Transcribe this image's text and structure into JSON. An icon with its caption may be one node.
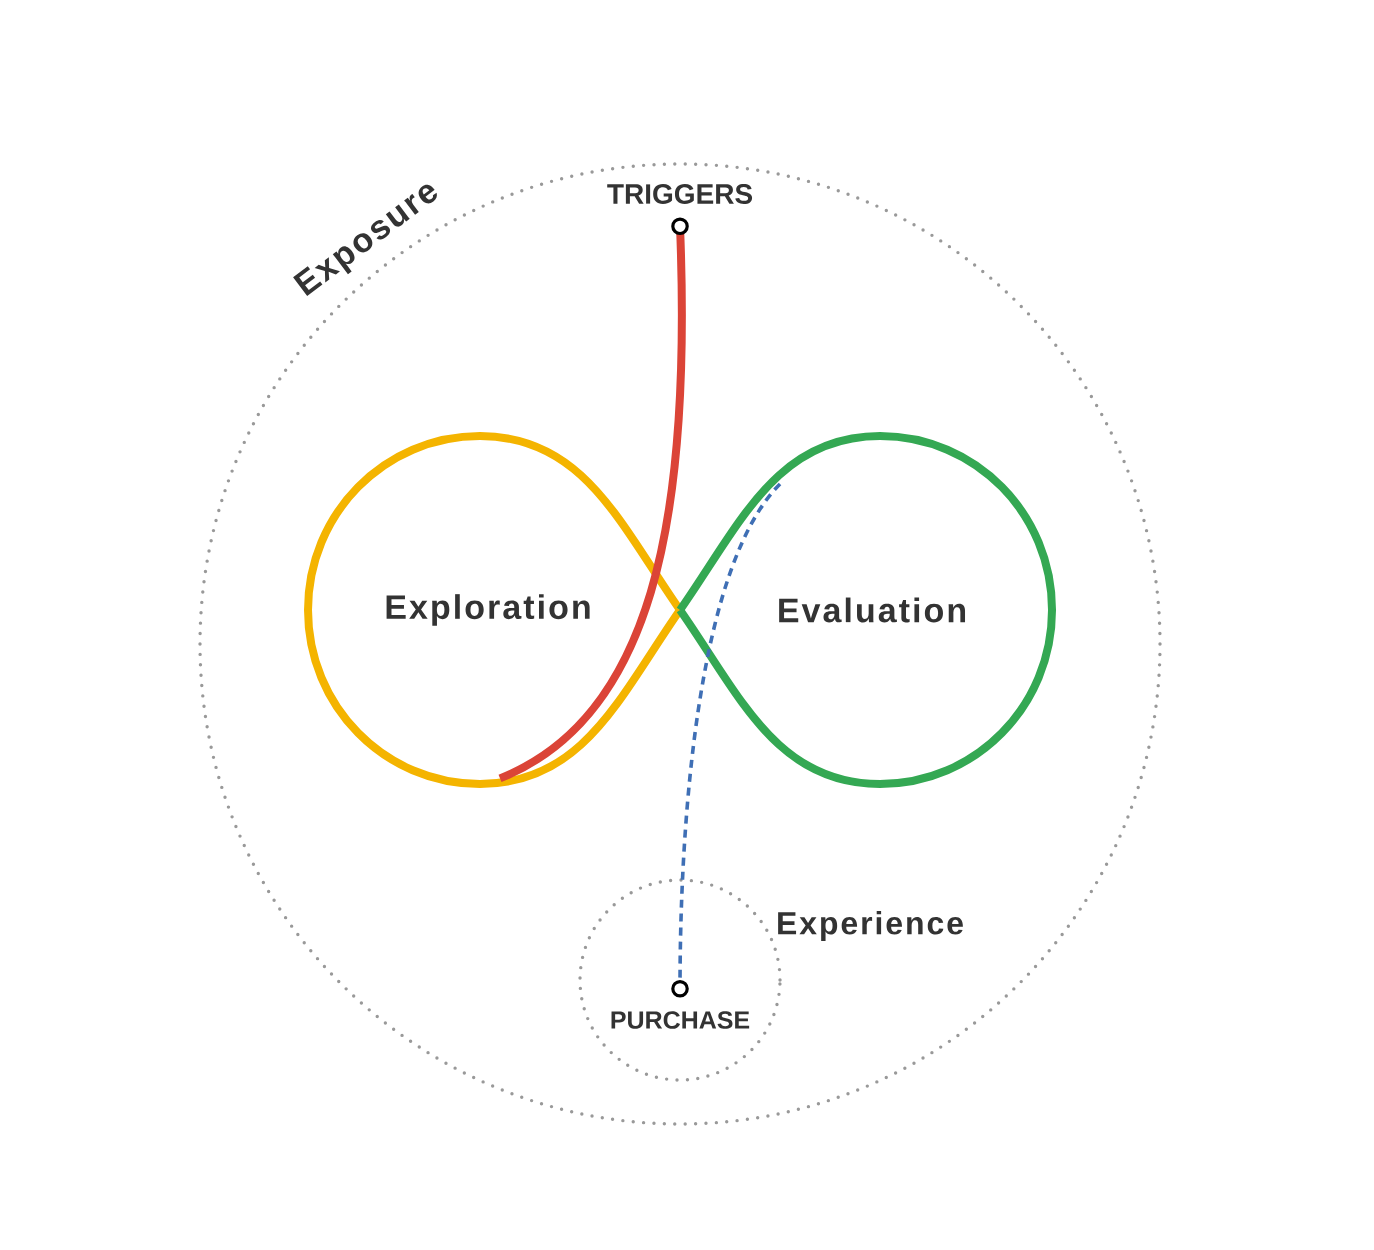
{
  "diagram": {
    "nodes": [
      {
        "text": [
          "Exposure"
        ]
      },
      {
        "text": [
          "Exploration"
        ],
        "in": 0
      },
      {
        "text": [
          "Evaluation"
        ],
        "in": 0
      },
      {
        "text": [
          "TRIGGERS"
        ],
        "in": 0
      },
      {
        "text": [
          "Experience"
        ],
        "in": 0
      },
      {
        "text": [
          "PURCHASE"
        ],
        "in": 4
      }
    ],
    "edges": [
      {
        "from": 3,
        "to": 1,
        "arrow": "other",
        "style": "thick",
        "color": "#db4437"
      },
      {
        "from": 2,
        "to": 5,
        "arrow": "other",
        "style": "dashed",
        "color": "#3f6fb5"
      }
    ]
  }
}
